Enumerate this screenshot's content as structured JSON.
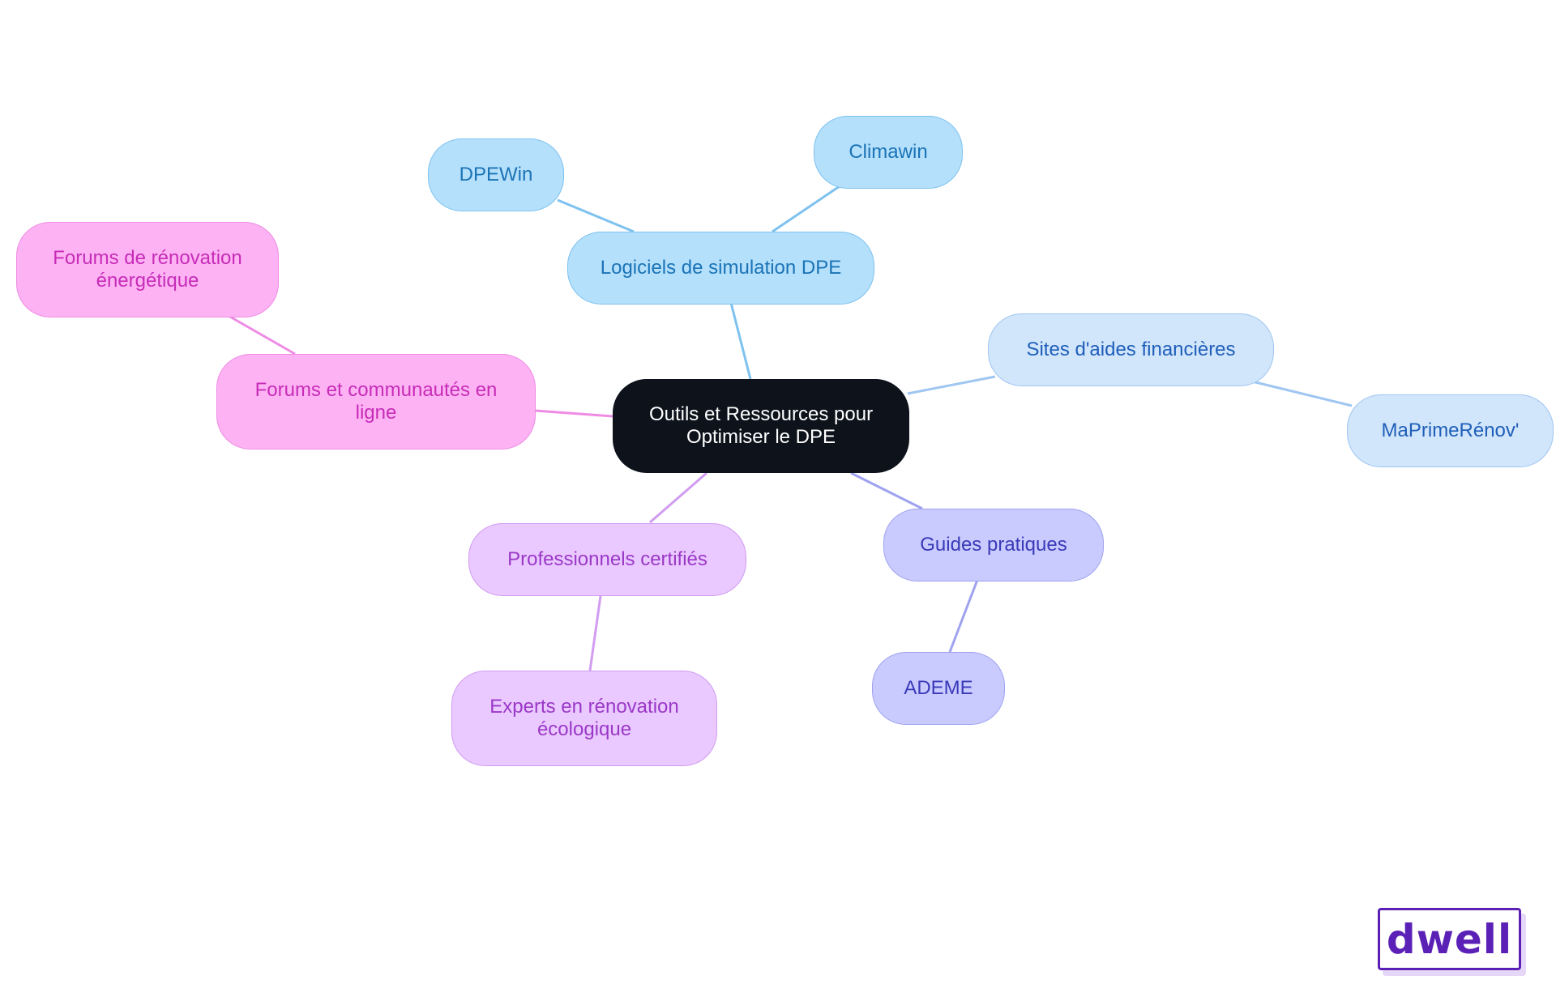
{
  "center": {
    "text": "Outils et Ressources pour Optimiser le DPE"
  },
  "branches": {
    "logiciels": {
      "text": "Logiciels de simulation DPE",
      "color": "#7ec2ef"
    },
    "dpewin": {
      "text": "DPEWin"
    },
    "climawin": {
      "text": "Climawin"
    },
    "sites": {
      "text": "Sites d'aides financières",
      "color": "#9fc6f1"
    },
    "maprimerenov": {
      "text": "MaPrimeRénov'"
    },
    "guides": {
      "text": "Guides pratiques",
      "color": "#9fa2ef"
    },
    "ademe": {
      "text": "ADEME"
    },
    "professionnels": {
      "text": "Professionnels certifiés",
      "color": "#d19cf1"
    },
    "experts": {
      "text": "Experts en rénovation écologique"
    },
    "forums": {
      "text": "Forums et communautés en ligne",
      "color": "#ef8be4"
    },
    "forums_renovation": {
      "text": "Forums de rénovation énergétique"
    }
  },
  "logo": {
    "text": "dwell"
  }
}
